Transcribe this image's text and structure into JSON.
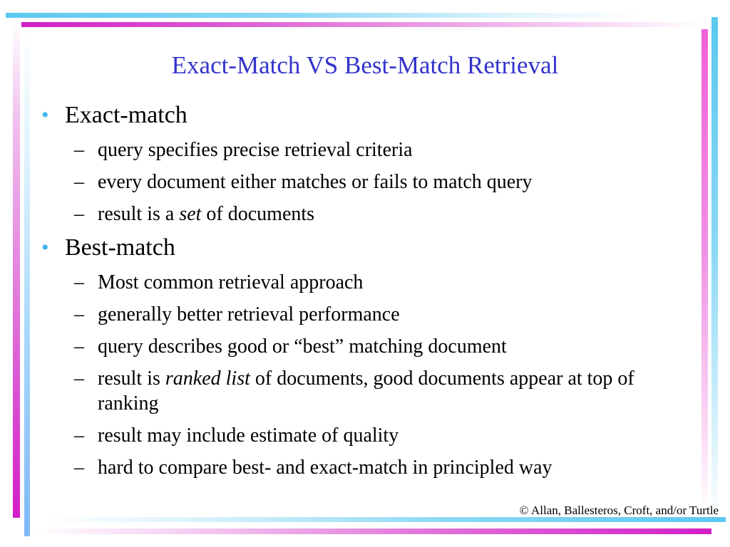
{
  "slide": {
    "title": "Exact-Match VS Best-Match Retrieval",
    "bullet_glyph": "•",
    "dash_glyph": "–",
    "bullets": [
      {
        "label": "Exact-match",
        "subitems": [
          {
            "before": "query specifies precise retrieval criteria",
            "emph": "",
            "after": ""
          },
          {
            "before": "every document either matches or fails to match query",
            "emph": "",
            "after": ""
          },
          {
            "before": "result is a ",
            "emph": "set",
            "after": " of documents"
          }
        ]
      },
      {
        "label": "Best-match",
        "subitems": [
          {
            "before": "Most common retrieval approach",
            "emph": "",
            "after": ""
          },
          {
            "before": "generally better retrieval performance",
            "emph": "",
            "after": ""
          },
          {
            "before": "query describes good or “best” matching document",
            "emph": "",
            "after": ""
          },
          {
            "before": "result is ",
            "emph": "ranked list",
            "after": " of documents, good documents appear at top of ranking"
          },
          {
            "before": "result may include estimate of quality",
            "emph": "",
            "after": ""
          },
          {
            "before": "hard to compare best- and exact-match in principled way",
            "emph": "",
            "after": ""
          }
        ]
      }
    ],
    "footer": "© Allan, Ballesteros, Croft, and/or Turtle"
  },
  "colors": {
    "title": "#3333cc",
    "bullet": "#3fb6ee",
    "accent_magenta": "#d21ec8",
    "accent_cyan": "#5bc8f0"
  }
}
